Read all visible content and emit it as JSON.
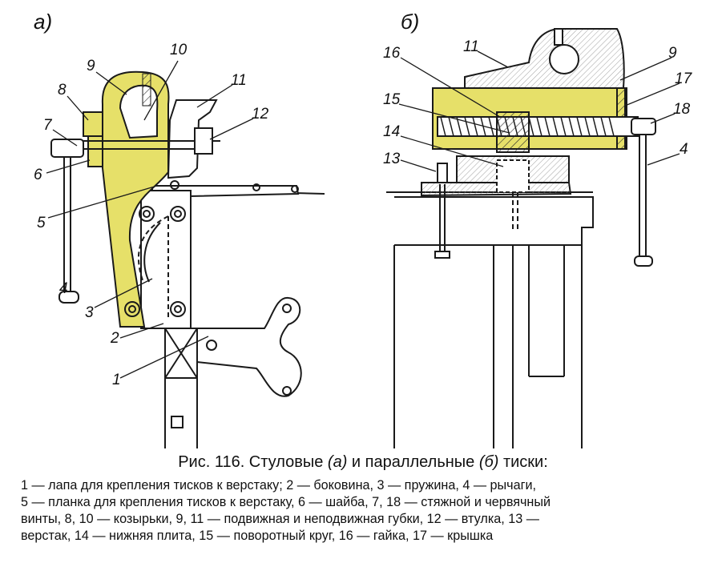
{
  "figure": {
    "label_a": "а)",
    "label_b": "б)",
    "parts_a": [
      "1",
      "2",
      "3",
      "4",
      "5",
      "6",
      "7",
      "8",
      "9",
      "10",
      "11",
      "12"
    ],
    "parts_b": [
      "11",
      "9",
      "16",
      "17",
      "15",
      "18",
      "14",
      "13",
      "4"
    ],
    "colors": {
      "highlight": "#e6e069",
      "line": "#1a1a1a",
      "hatch": "#2a2a2a"
    }
  },
  "caption": {
    "title_prefix": "Рис. 116. Стуловые ",
    "title_a": "(а)",
    "title_mid": " и параллельные ",
    "title_b": "(б)",
    "title_suffix": " тиски:",
    "lines": [
      "1 — лапа для крепления тисков к верстаку; 2 — боковина, 3 — пружина, 4 — рычаги,",
      "5 — планка для крепления тисков к верстаку, 6 — шайба, 7, 18 — стяжной и червячный",
      "винты, 8, 10 — козырьки, 9, 11 — подвижная и неподвижная губки, 12 — втулка, 13 —",
      "верстак, 14 — нижняя плита, 15 — поворотный круг, 16 — гайка, 17 — крышка"
    ]
  }
}
